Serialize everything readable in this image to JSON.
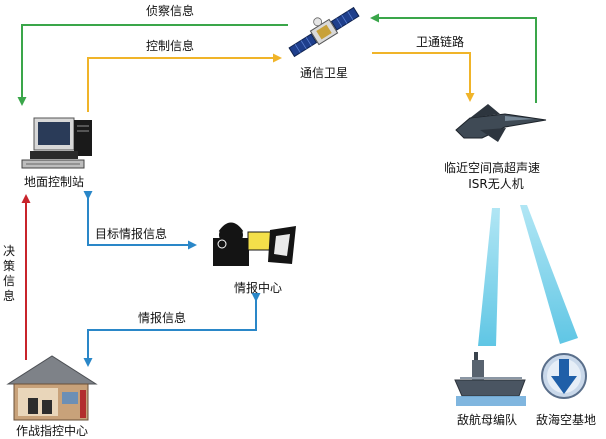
{
  "nodes": {
    "satellite": {
      "label": "通信卫星"
    },
    "ground_station": {
      "label": "地面控制站"
    },
    "uav": {
      "label_line1": "临近空间高超声速",
      "label_line2": "ISR无人机"
    },
    "intel_center": {
      "label": "情报中心"
    },
    "command_center": {
      "label": "作战指控中心"
    },
    "carrier_group": {
      "label": "敌航母编队"
    },
    "air_base": {
      "label": "敌海空基地"
    }
  },
  "links": {
    "recon_info": {
      "label": "侦察信息",
      "color": "#3aa64a"
    },
    "control_info": {
      "label": "控制信息",
      "color": "#f0b429"
    },
    "satellite_link": {
      "label": "卫通链路",
      "color": "#3aa64a"
    },
    "target_intel": {
      "label": "目标情报信息",
      "color": "#2a87c8"
    },
    "intel_info": {
      "label": "情报信息",
      "color": "#2a87c8"
    },
    "decision_info": {
      "label": "决策信息",
      "color": "#c8242b"
    }
  },
  "colors": {
    "beam": "#7fd3ea",
    "arrow_green": "#3aa64a",
    "arrow_yellow": "#f0b429",
    "arrow_blue": "#2a87c8",
    "arrow_red": "#c8242b"
  }
}
